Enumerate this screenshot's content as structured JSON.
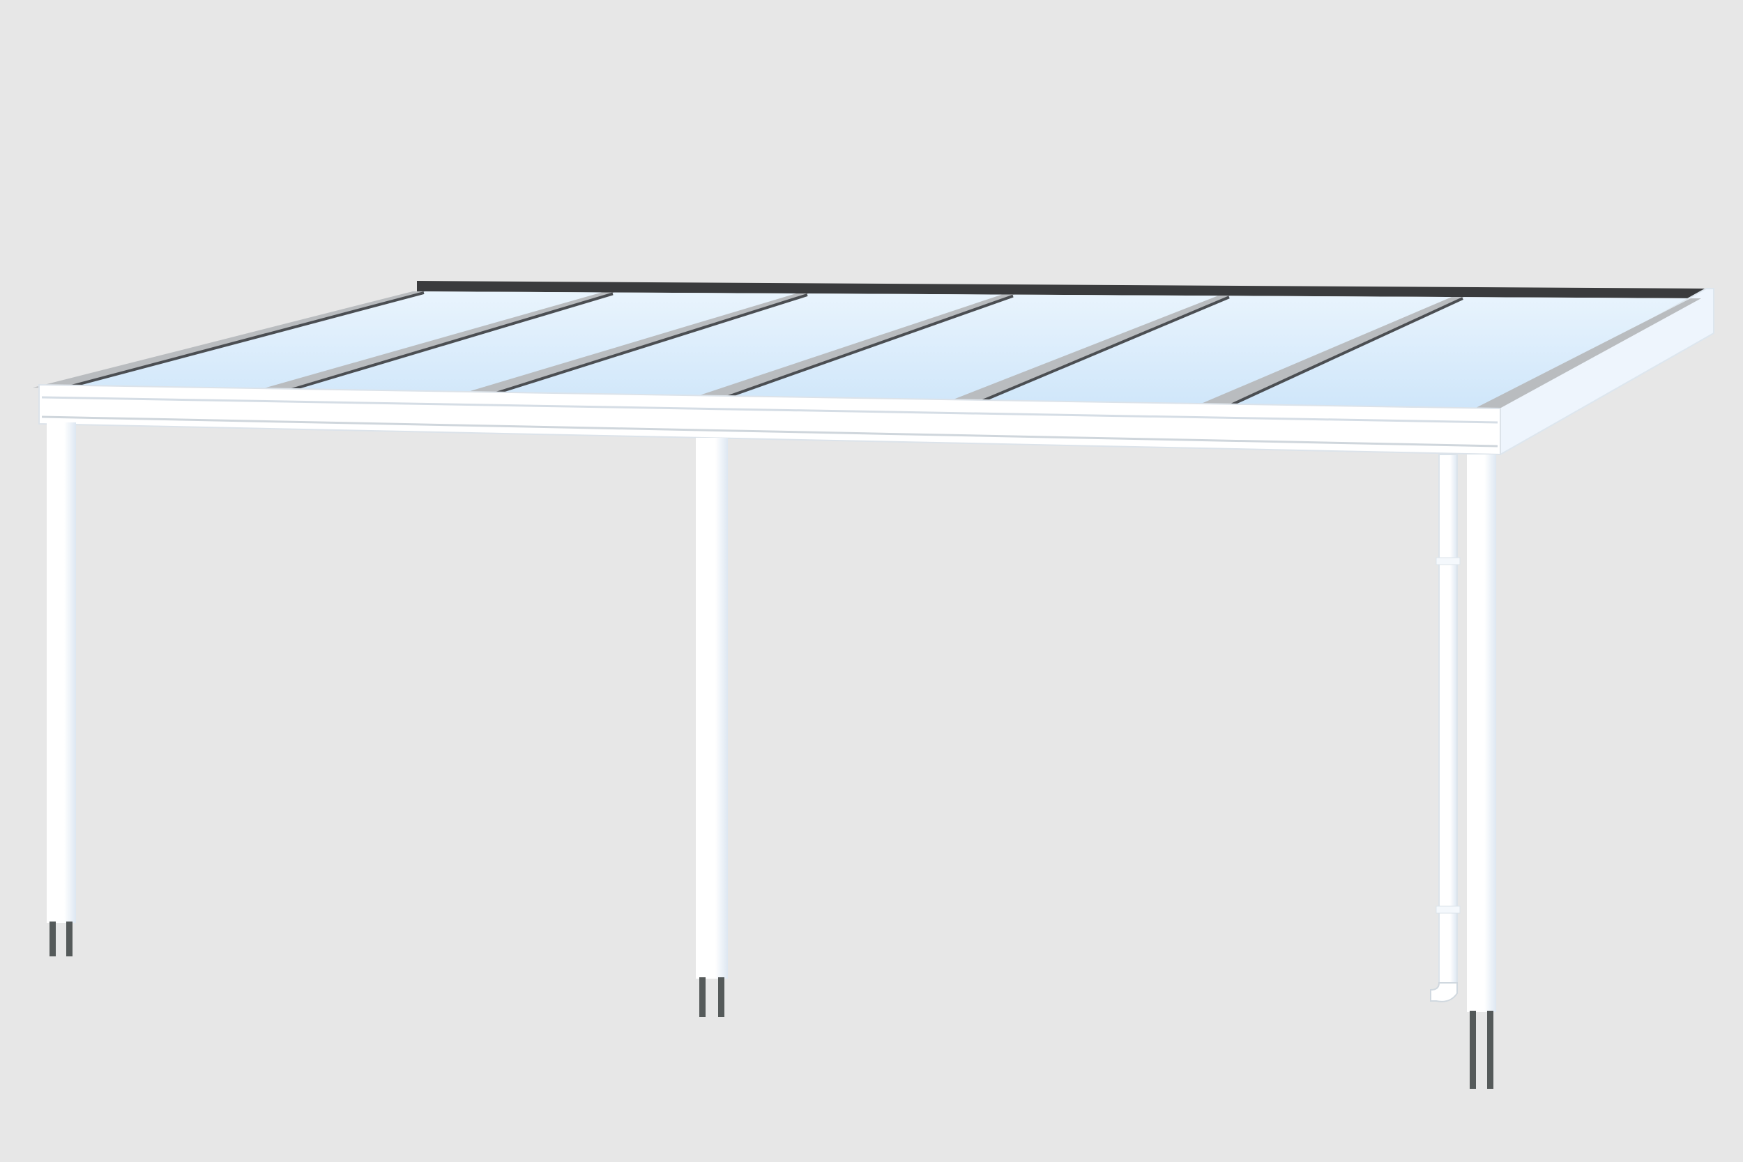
{
  "scene": {
    "subject": "patio-canopy",
    "colors": {
      "background": "#e7e7e7",
      "frame": "#ffffff",
      "frame_shade": "#e6f0fb",
      "roof_panel": "#dbeefc",
      "rafter_cap": "#b9bcbf",
      "wall_strip": "#3a3b3d",
      "ground_stake": "#555a5a"
    },
    "rafter_count": 7,
    "post_count": 3
  }
}
